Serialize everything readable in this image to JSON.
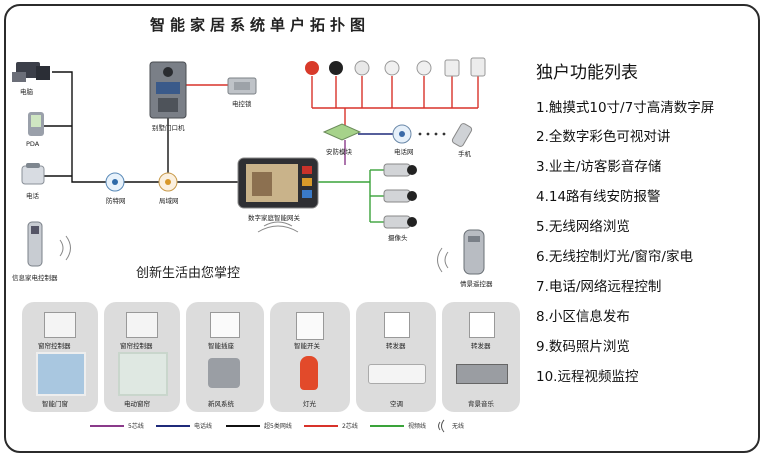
{
  "title": "智能家居系统单户拓扑图",
  "slogan": "创新生活由您掌控",
  "devices": {
    "computer": "电脑",
    "pda": "PDA",
    "phone": "电话",
    "info_controller": "信息家电控制器",
    "door_unit": "别墅门口机",
    "lock": "电控锁",
    "security_module": "安防模块",
    "phone_net": "电话网",
    "mobile": "手机",
    "firewall": "防特网",
    "lan": "局域网",
    "gateway": "数字家庭智能网关",
    "camera": "摄像头",
    "remote": "情景遥控器"
  },
  "panels": [
    {
      "top": "窗帘控制器",
      "bottom": "智能门窗"
    },
    {
      "top": "窗帘控制器",
      "bottom": "电动窗帘"
    },
    {
      "top": "智能插座",
      "bottom": "新风系统"
    },
    {
      "top": "智能开关",
      "bottom": "灯光"
    },
    {
      "top": "转发器",
      "bottom": "空调"
    },
    {
      "top": "转发器",
      "bottom": "背景音乐"
    }
  ],
  "legend": [
    {
      "label": "5芯线",
      "color": "#8a3a8a"
    },
    {
      "label": "电话线",
      "color": "#1f2a7a"
    },
    {
      "label": "超5类网线",
      "color": "#111111"
    },
    {
      "label": "2芯线",
      "color": "#d8322a"
    },
    {
      "label": "视频线",
      "color": "#3aa33a"
    },
    {
      "label": "无线",
      "color": "#555555"
    }
  ],
  "features": {
    "heading": "独户功能列表",
    "items": [
      "1.触摸式10寸/7寸高清数字屏",
      "2.全数字彩色可视对讲",
      "3.业主/访客影音存储",
      "4.14路有线安防报警",
      "5.无线网络浏览",
      "6.无线控制灯光/窗帘/家电",
      "7.电话/网络远程控制",
      "8.小区信息发布",
      "9.数码照片浏览",
      "10.远程视频监控"
    ]
  }
}
